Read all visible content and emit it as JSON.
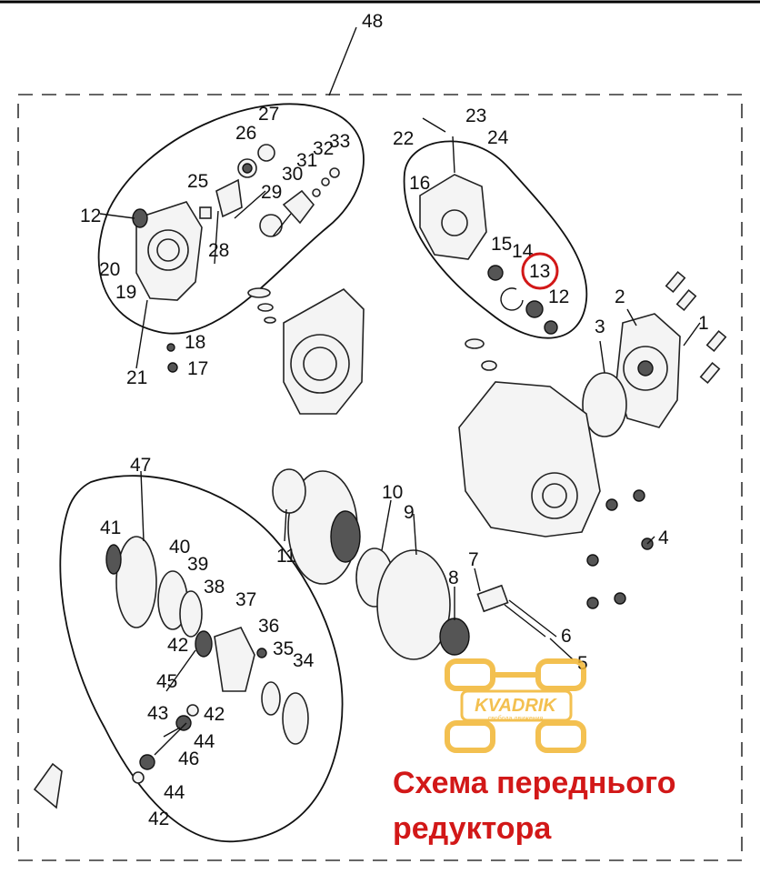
{
  "diagram": {
    "callouts": [
      "1",
      "2",
      "3",
      "4",
      "5",
      "6",
      "7",
      "8",
      "9",
      "10",
      "11",
      "12",
      "12",
      "13",
      "14",
      "15",
      "16",
      "17",
      "18",
      "19",
      "20",
      "21",
      "22",
      "23",
      "24",
      "25",
      "26",
      "27",
      "28",
      "29",
      "30",
      "31",
      "32",
      "33",
      "34",
      "35",
      "36",
      "37",
      "38",
      "39",
      "40",
      "41",
      "42",
      "42",
      "42",
      "43",
      "44",
      "44",
      "45",
      "46",
      "47",
      "48"
    ],
    "highlighted_callout": "13",
    "highlight_color": "#d21818"
  },
  "caption": {
    "line1": "Схема переднього",
    "line2": "редуктора",
    "color": "#d21818"
  },
  "watermark": {
    "brand": "KVADRIK",
    "tagline": "свобода движения",
    "color": "#f2b632"
  }
}
